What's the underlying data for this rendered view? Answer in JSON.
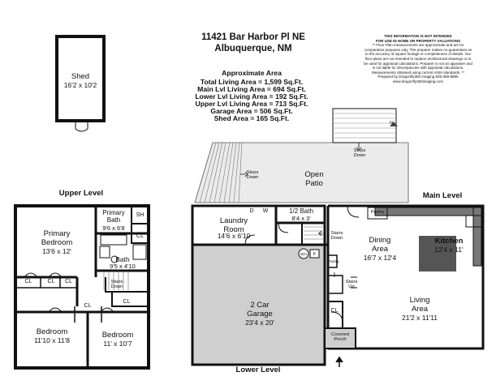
{
  "header": {
    "address_line1": "11421 Bar Harbor Pl NE",
    "address_line2": "Albuquerque, NM",
    "area_title": "Approximate Area",
    "areas": [
      "Total Living Area = 1,599 Sq.Ft.",
      "Main Lvl Living Area = 694 Sq.Ft.",
      "Lower Lvl Living Area = 192 Sq.Ft.",
      "Upper Lvl Living Area = 713 Sq.Ft.",
      "Garage Area = 506 Sq.Ft.",
      "Shed Area = 165 Sq.Ft."
    ]
  },
  "disclaimer": [
    "THIS INFORMATION IS NOT INTENDED",
    "FOR USE IN HOME OR PROPERTY VALUATIONS",
    "** Floor Plan measurements are approximate and are for",
    "comparative purposes only. The preparer makes no guarantees as",
    "to the accuracy of square footage or completeness of details. Our",
    "floor plans are not intended to replace architectural drawings or to",
    "be used for appraisal calculations. Preparer is not an appraiser and",
    "is not liable for discrepancies with appraisal calculations.",
    "Measurements obtained using current ANSI standards. **",
    "Prepared by Dragonfly360 Imaging 505-359-8885",
    "www.dragonfly360imaging.com"
  ],
  "levels": {
    "upper": "Upper Level",
    "main": "Main Level",
    "lower": "Lower Level"
  },
  "shed": {
    "name": "Shed",
    "dim": "16'2 x 10'2"
  },
  "upper_rooms": {
    "primary_bedroom": {
      "name": "Primary\nBedroom",
      "dim": "13'6 x 12'"
    },
    "primary_bath": {
      "name": "Primary\nBath",
      "dim": "9'6 x 6'8"
    },
    "bath": {
      "name": "Bath",
      "dim": "9'5 x 4'10"
    },
    "bedroom1": {
      "name": "Bedroom",
      "dim": "11'10 x 11'8"
    },
    "bedroom2": {
      "name": "Bedroom",
      "dim": "11' x 10'7"
    },
    "sh": "SH",
    "cl": "CL",
    "stairs": "Stairs\nDown"
  },
  "main_rooms": {
    "laundry": {
      "name": "Laundry\nRoom",
      "dim": "14'6 x 6'10"
    },
    "half_bath": {
      "name": "1/2 Bath",
      "dim": "8'4 x 3'"
    },
    "dining": {
      "name": "Dining\nArea",
      "dim": "16'7 x 12'4"
    },
    "kitchen": {
      "name": "Kitchen",
      "dim": "12'4 x 11'"
    },
    "living": {
      "name": "Living\nArea",
      "dim": "21'2 x 11'11"
    },
    "patio": {
      "name": "Open\nPatio"
    },
    "pantry": "Pantry",
    "pantry2": "Pantry",
    "d": "D",
    "w": "W",
    "wh": "WH",
    "f": "F",
    "cl": "CL",
    "stairs_down": "Stairs\nDown",
    "stairs_up": "Stairs\nUp",
    "covered_porch": "Covered\nPorch",
    "steps_down": "Steps\nDown",
    "steps_down2": "Steps\nDown"
  },
  "lower_rooms": {
    "garage": {
      "name": "2 Car\nGarage",
      "dim": "23'4 x 20'"
    }
  },
  "compass": "N"
}
